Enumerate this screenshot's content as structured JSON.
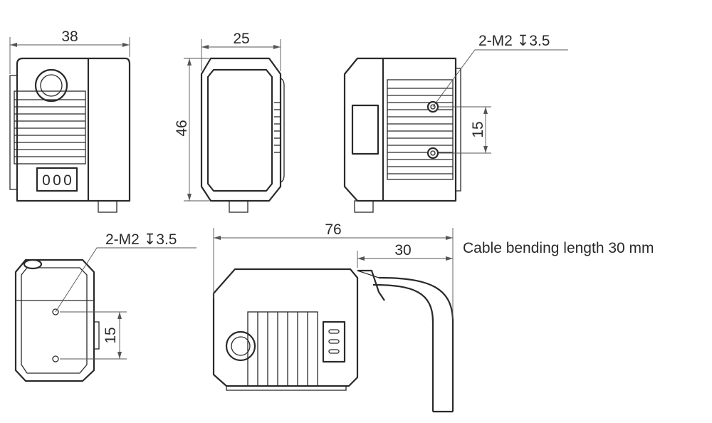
{
  "dimensions": {
    "front_width": "38",
    "side_width": "25",
    "height": "46",
    "back_hole_spacing": "15",
    "bottom_hole_spacing": "15",
    "total_length": "76",
    "cable_length": "30"
  },
  "callouts": {
    "back_holes": "2-M2 ↧3.5",
    "bottom_holes": "2-M2 ↧3.5"
  },
  "note": "Cable bending length 30 mm",
  "led_labels": [
    "0",
    "0",
    "0"
  ]
}
